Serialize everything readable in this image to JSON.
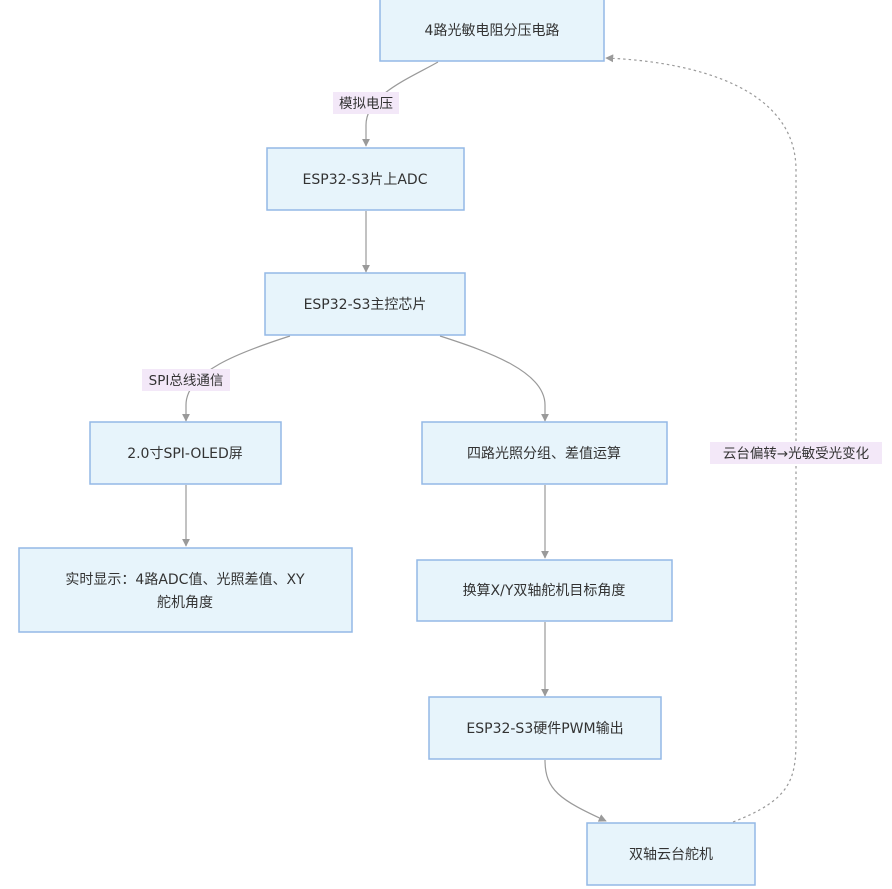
{
  "nodes": {
    "sensor": "4路光敏电阻分压电路",
    "adc": "ESP32-S3片上ADC",
    "mcu": "ESP32-S3主控芯片",
    "oled": "2.0寸SPI-OLED屏",
    "display_line1": "实时显示：4路ADC值、光照差值、XY",
    "display_line2": "舵机角度",
    "calc": "四路光照分组、差值运算",
    "angle": "换算X/Y双轴舵机目标角度",
    "pwm": "ESP32-S3硬件PWM输出",
    "servo": "双轴云台舵机"
  },
  "edge_labels": {
    "analog_voltage": "模拟电压",
    "spi_bus": "SPI总线通信",
    "feedback": "云台偏转→光敏受光变化"
  },
  "colors": {
    "node_fill": "#e7f4fb",
    "node_border": "#94b8e6",
    "edge": "#9a9a9a",
    "label_bg": "#f3e8f8"
  }
}
